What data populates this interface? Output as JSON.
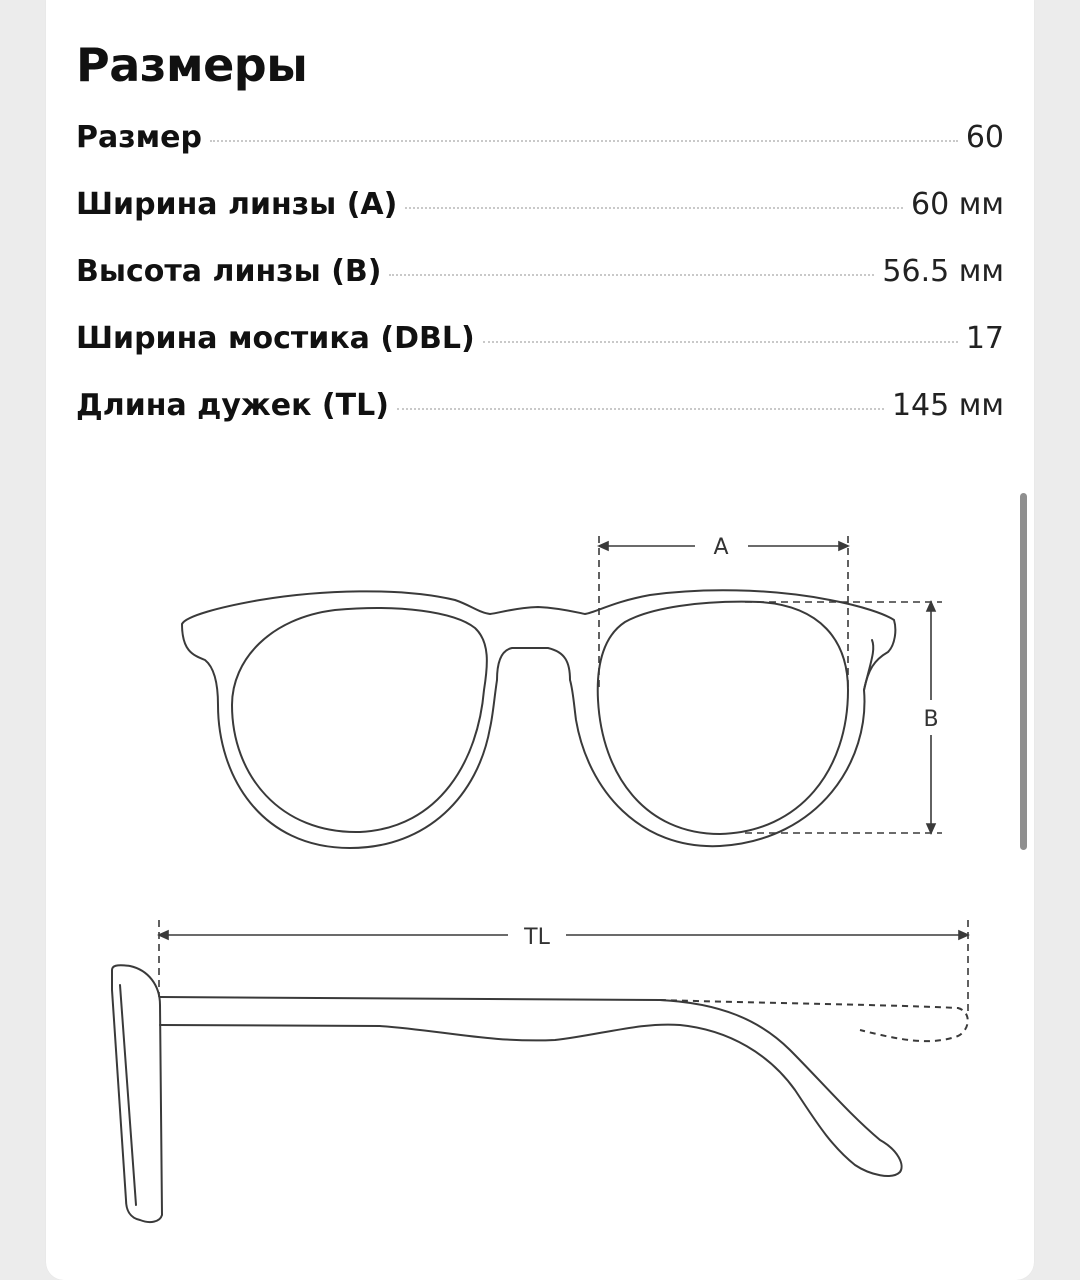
{
  "page": {
    "title": "Размеры"
  },
  "specs": [
    {
      "label": "Размер",
      "value": "60"
    },
    {
      "label": "Ширина линзы (A)",
      "value": "60 мм"
    },
    {
      "label": "Высота линзы (B)",
      "value": "56.5 мм"
    },
    {
      "label": "Ширина мостика (DBL)",
      "value": "17"
    },
    {
      "label": "Длина дужек (TL)",
      "value": "145 мм"
    }
  ],
  "diagram": {
    "label_a": "A",
    "label_b": "B",
    "label_tl": "TL"
  },
  "colors": {
    "line": "#3a3a3a",
    "background": "#ececec",
    "card": "#ffffff"
  }
}
